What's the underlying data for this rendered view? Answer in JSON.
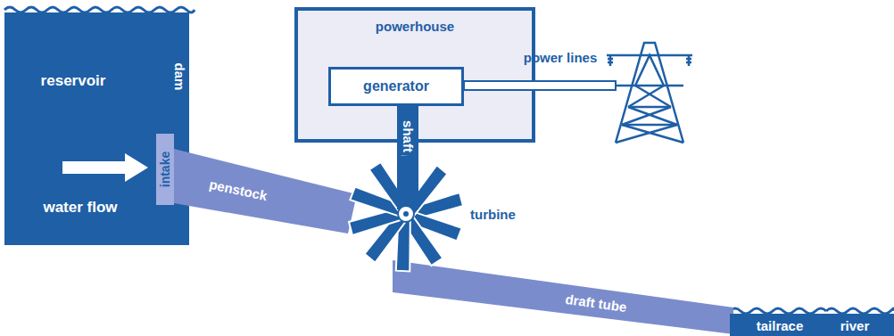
{
  "diagram": {
    "nodes": [
      {
        "text": [
          "reservoir",
          "dam",
          "water flow"
        ]
      },
      {
        "text": [
          "intake"
        ],
        "in": 0
      },
      {
        "text": [
          "penstock"
        ]
      },
      {
        "text": [
          "powerhouse"
        ]
      },
      {
        "text": [
          "generator"
        ],
        "in": 3
      },
      {
        "text": [
          "shaft"
        ]
      },
      {
        "text": [
          "draft tube"
        ]
      },
      {
        "text": [
          "tailrace",
          "river"
        ]
      }
    ],
    "labels": [
      "turbine",
      "power lines"
    ]
  }
}
